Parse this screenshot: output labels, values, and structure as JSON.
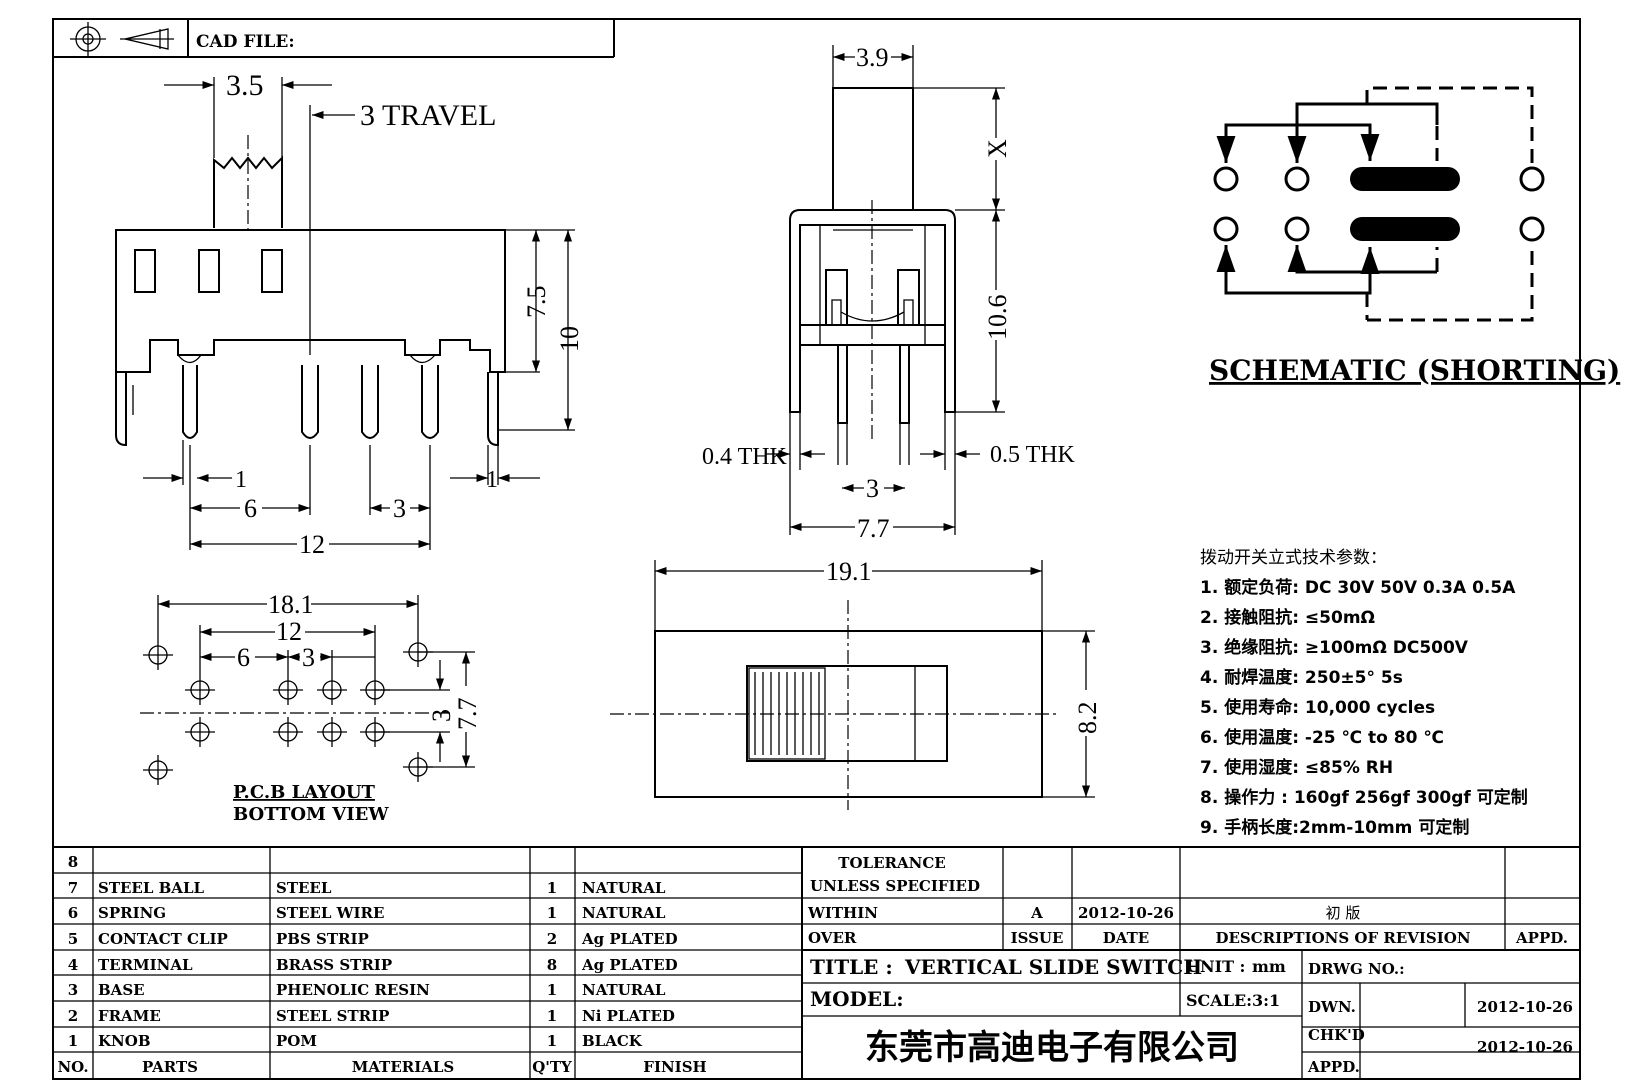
{
  "header": {
    "cad_file_label": "CAD FILE:"
  },
  "side_view": {
    "dim_knob_width": "3.5",
    "dim_travel": "3  TRAVEL",
    "dim_height_upper": "7.5",
    "dim_height_total": "10",
    "dim_pin_offset": "1",
    "dim_pin_offset_right": "1",
    "dim_pin_spacing_6": "6",
    "dim_pin_spacing_3": "3",
    "dim_pin_span": "12"
  },
  "front_view": {
    "dim_knob_width": "3.9",
    "dim_x": "X",
    "dim_body_height": "10.6",
    "dim_left_thk": "0.4  THK",
    "dim_right_thk": "0.5  THK",
    "dim_pin_pitch": "3",
    "dim_width": "7.7"
  },
  "top_view": {
    "dim_length": "19.1",
    "dim_width": "8.2"
  },
  "pcb_layout": {
    "dim_total": "18.1",
    "dim_span": "12",
    "dim_6": "6",
    "dim_3": "3",
    "dim_row_3": "3",
    "dim_row_77": "7.7",
    "title_line1": "P.C.B  LAYOUT",
    "title_line2": "BOTTOM  VIEW"
  },
  "schematic": {
    "title": "SCHEMATIC (SHORTING)"
  },
  "specs": {
    "heading": "拨动开关立式技术参数：",
    "items": [
      "1.  额定负荷: DC 30V    50V    0.3A    0.5A",
      "2.  接触阻抗: ≤50mΩ",
      "3.  绝缘阻抗: ≥100mΩ   DC500V",
      "4.  耐焊温度: 250±5°  5s",
      "5.  使用寿命: 10,000 cycles",
      "6.  使用温度: -25  ℃  to 80  ℃",
      "7.  使用湿度: ≤85% RH",
      "8.  操作力 : 160gf    256gf    300gf   可定制",
      "9.  手柄长度:2mm-10mm   可定制"
    ]
  },
  "bom": {
    "headers": {
      "no": "NO.",
      "parts": "PARTS",
      "materials": "MATERIALS",
      "qty": "Q'TY",
      "finish": "FINISH"
    },
    "rows": [
      {
        "no": "8",
        "part": "",
        "material": "",
        "qty": "",
        "finish": ""
      },
      {
        "no": "7",
        "part": "STEEL  BALL",
        "material": "STEEL",
        "qty": "1",
        "finish": "NATURAL"
      },
      {
        "no": "6",
        "part": "SPRING",
        "material": "STEEL  WIRE",
        "qty": "1",
        "finish": "NATURAL"
      },
      {
        "no": "5",
        "part": "CONTACT  CLIP",
        "material": "PBS  STRIP",
        "qty": "2",
        "finish": "Ag  PLATED"
      },
      {
        "no": "4",
        "part": "TERMINAL",
        "material": "BRASS  STRIP",
        "qty": "8",
        "finish": "Ag  PLATED"
      },
      {
        "no": "3",
        "part": "BASE",
        "material": "PHENOLIC  RESIN",
        "qty": "1",
        "finish": "NATURAL"
      },
      {
        "no": "2",
        "part": "FRAME",
        "material": "STEEL  STRIP",
        "qty": "1",
        "finish": "Ni  PLATED"
      },
      {
        "no": "1",
        "part": "KNOB",
        "material": "POM",
        "qty": "1",
        "finish": "BLACK"
      }
    ]
  },
  "title_block": {
    "tolerance_l1": "TOLERANCE",
    "tolerance_l2": "UNLESS   SPECIFIED",
    "within": "WITHIN",
    "over": "OVER",
    "issue_value": "A",
    "date_value": "2012-10-26",
    "revision_value": "初  版",
    "issue_label": "ISSUE",
    "date_label": "DATE",
    "descriptions_label": "DESCRIPTIONS  OF  REVISION",
    "appd_label": "APPD.",
    "title_label": "TITLE :",
    "title_value": "VERTICAL  SLIDE  SWITCH",
    "unit_label": "UNIT :",
    "unit_value": "mm",
    "drwg_label": "DRWG  NO.:",
    "model_label": "MODEL:",
    "scale_label": "SCALE:",
    "scale_value": "3:1",
    "dwn_label": "DWN.",
    "dwn_date": "2012-10-26",
    "chkd_label": "CHK'D",
    "chkd_date": "2012-10-26",
    "appd2_label": "APPD.",
    "company": "东莞市高迪电子有限公司"
  }
}
